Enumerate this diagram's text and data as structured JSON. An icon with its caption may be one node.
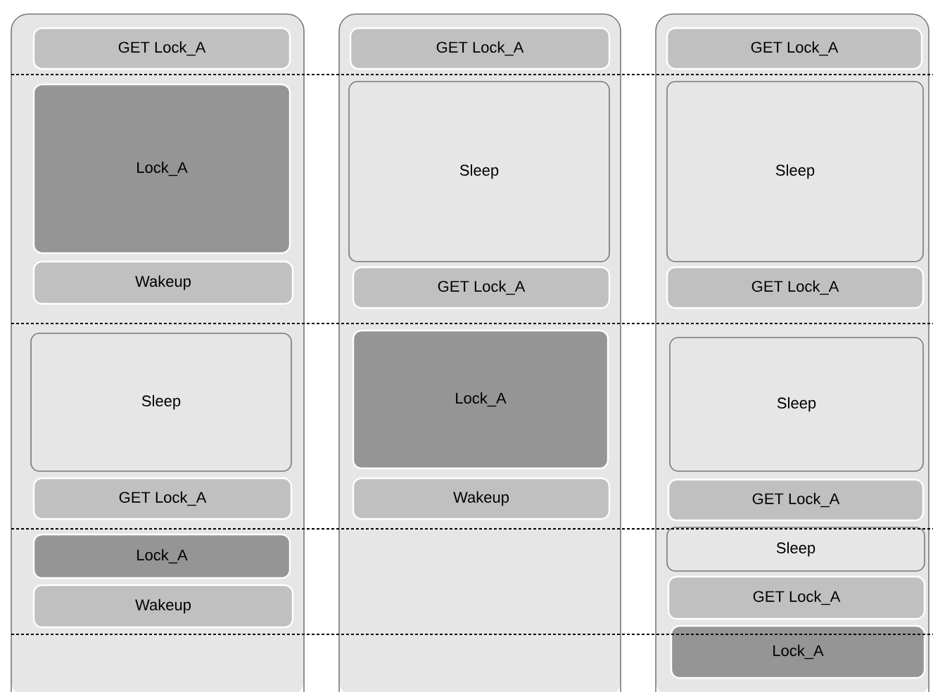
{
  "diagram": {
    "nodes": [
      {
        "text": [],
        "shape": "box"
      },
      {
        "text": [
          "GET Lock_A"
        ],
        "in": 0
      },
      {
        "text": [
          "Lock_A"
        ],
        "in": 0
      },
      {
        "text": [
          "Wakeup"
        ],
        "in": 0
      },
      {
        "text": [
          "Sleep"
        ],
        "in": 0
      },
      {
        "text": [
          "GET Lock_A"
        ],
        "in": 0
      },
      {
        "text": [
          "Lock_A"
        ],
        "in": 0
      },
      {
        "text": [
          "Wakeup"
        ],
        "in": 0
      },
      {
        "text": [],
        "shape": "box"
      },
      {
        "text": [
          "GET Lock_A"
        ],
        "in": 8
      },
      {
        "text": [
          "Sleep"
        ],
        "in": 8
      },
      {
        "text": [
          "GET Lock_A"
        ],
        "in": 8
      },
      {
        "text": [
          "Lock_A"
        ],
        "in": 8
      },
      {
        "text": [
          "Wakeup"
        ],
        "in": 8
      },
      {
        "text": [],
        "shape": "box"
      },
      {
        "text": [
          "GET Lock_A"
        ],
        "in": 14
      },
      {
        "text": [
          "Sleep"
        ],
        "in": 14
      },
      {
        "text": [
          "GET Lock_A"
        ],
        "in": 14
      },
      {
        "text": [
          "Sleep"
        ],
        "in": 14
      },
      {
        "text": [
          "GET Lock_A"
        ],
        "in": 14
      },
      {
        "text": [
          "Sleep"
        ],
        "in": 14
      },
      {
        "text": [
          "GET Lock_A"
        ],
        "in": 14
      },
      {
        "text": [
          "Lock_A"
        ],
        "in": 14
      }
    ]
  }
}
